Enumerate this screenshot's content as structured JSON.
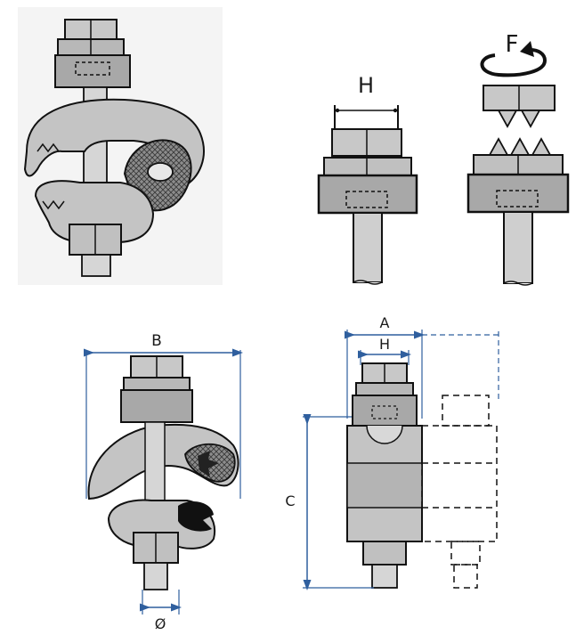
{
  "figures": {
    "torque": {
      "label_h": "H",
      "label_f": "F"
    },
    "dimensions_side": {
      "label_b": "B",
      "label_dia": "Ø"
    },
    "dimensions_front": {
      "label_a": "A",
      "label_h": "H",
      "label_c": "C"
    }
  },
  "colors": {
    "metal": "#c8c8c8",
    "metal_dark": "#9a9a9a",
    "outline": "#111111",
    "dimension_line": "#2f5f9e",
    "rubber": "#1a1a1a"
  }
}
